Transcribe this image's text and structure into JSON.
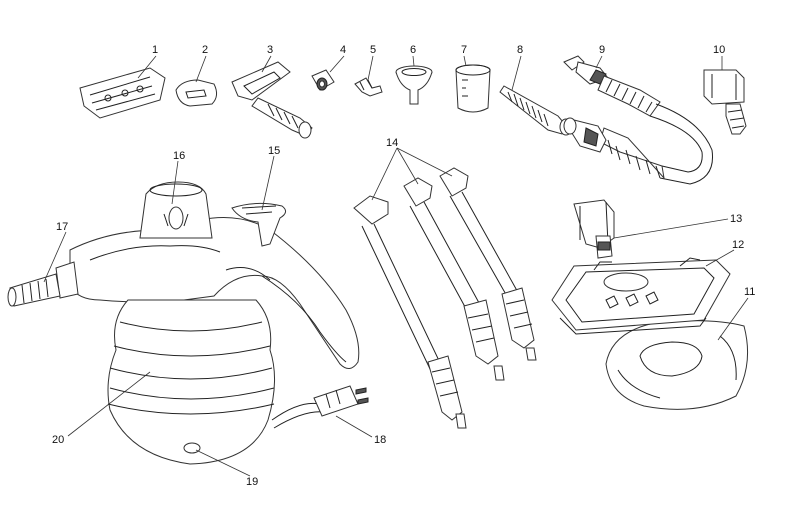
{
  "diagram": {
    "type": "exploded parts diagram",
    "labels": [
      "1",
      "2",
      "3",
      "4",
      "5",
      "6",
      "7",
      "8",
      "9",
      "10",
      "11",
      "12",
      "13",
      "14",
      "15",
      "16",
      "17",
      "18",
      "19",
      "20"
    ]
  }
}
